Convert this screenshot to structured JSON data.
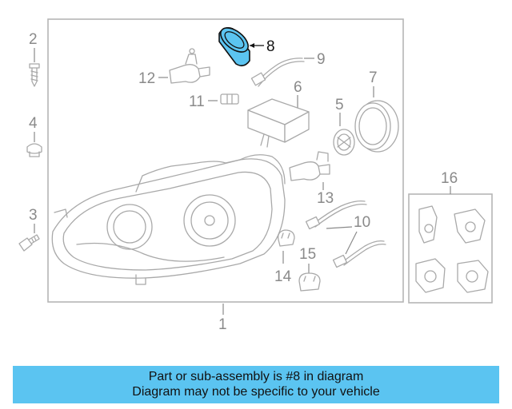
{
  "diagram": {
    "highlighted_part": "8",
    "callouts": {
      "c1": "1",
      "c2": "2",
      "c3": "3",
      "c4": "4",
      "c5": "5",
      "c6": "6",
      "c7": "7",
      "c8": "8",
      "c9": "9",
      "c10": "10",
      "c11": "11",
      "c12": "12",
      "c13": "13",
      "c14": "14",
      "c15": "15",
      "c16": "16"
    }
  },
  "caption": {
    "line1": "Part or sub-assembly is #8 in diagram",
    "line2": "Diagram may not be specific to your vehicle"
  },
  "colors": {
    "highlight_fill": "#5bc4f1",
    "line_gray": "#a9a9a9",
    "caption_bg": "#5bc4f1"
  }
}
